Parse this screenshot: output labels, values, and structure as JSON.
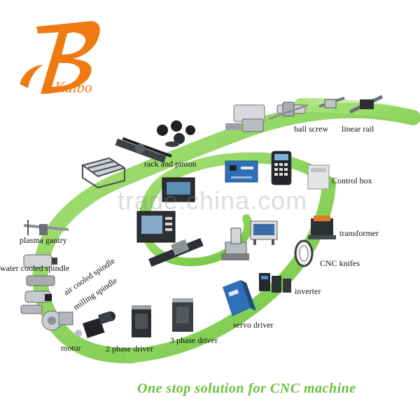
{
  "logo": {
    "text": "Kaibo",
    "color": "#f07a12"
  },
  "watermark": "trade.china.com",
  "labels": {
    "ball_screw": "ball screw",
    "linear_rail": "linear rail",
    "rack_and_pinion": "rack and pinion",
    "control_box": "Control box",
    "transformer": "transformer",
    "cnc_knifes": "CNC knifes",
    "inverter": "inverter",
    "servo_driver": "servo driver",
    "three_phase_driver": "3 phase driver",
    "two_phase_driver": "2 phase driver",
    "motor": "motor",
    "milling_spindle": "milling spindle",
    "air_cooled_spindle": "air cooled spindle",
    "water_cooled_spindle": "water cooled spindle",
    "plasma_gantry": "plasma gantry"
  },
  "tagline": "One stop solution for CNC machine",
  "colors": {
    "ribbon": "#8fd85a",
    "ribbon_dark": "#5cb632",
    "tagline": "#6cbf3a",
    "logo": "#f07a12",
    "product_dark": "#3a3f45",
    "product_light": "#c9ccd0",
    "product_blue": "#2f6fb8"
  }
}
